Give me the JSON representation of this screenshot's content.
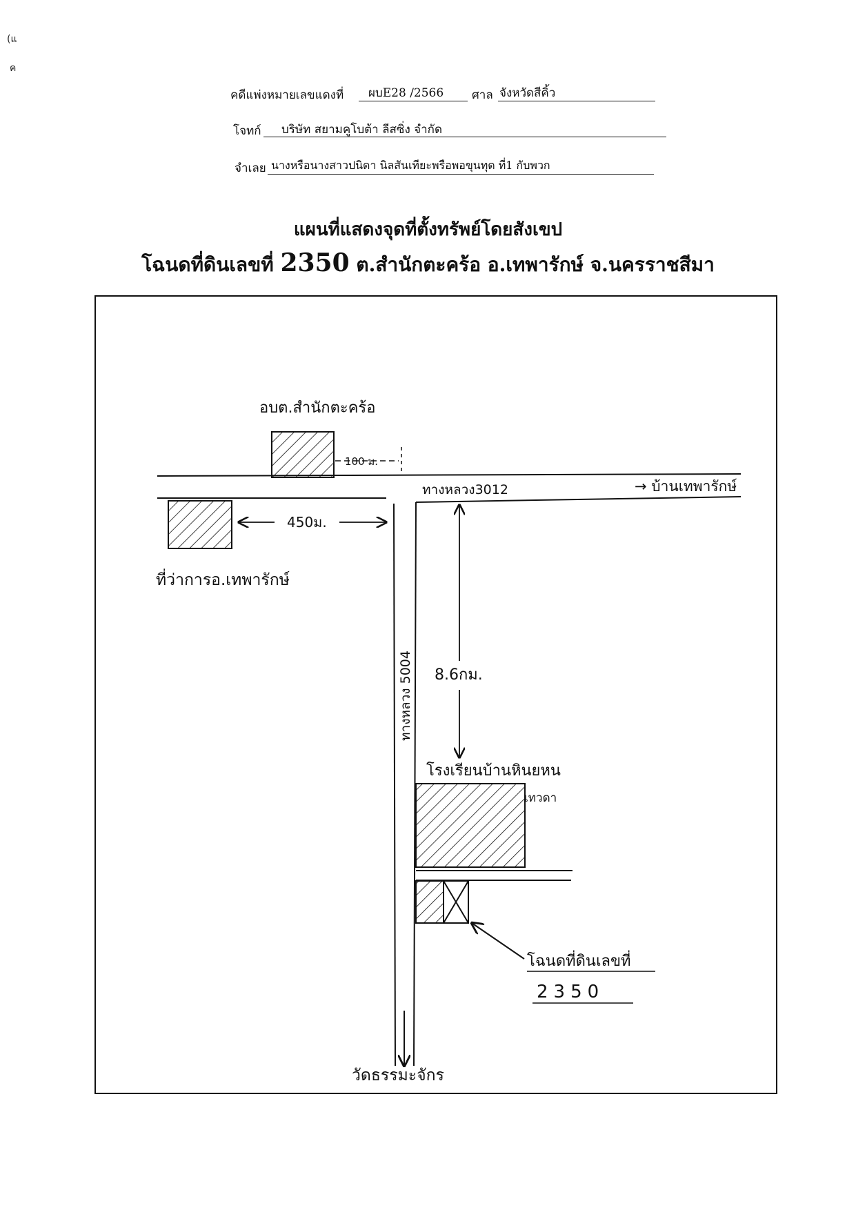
{
  "corner_marks": [
    "(แ",
    "ค"
  ],
  "header": {
    "case_label": "คดีแพ่งหมายเลขแดงที่",
    "case_number": "ผบE28 /2566",
    "court_label": "ศาล",
    "court_value": "จังหวัดสีคิ้ว",
    "plaintiff_label": "โจทก์",
    "plaintiff_value": "บริษัท สยามคูโบต้า ลีสซิ่ง จำกัด",
    "defendant_label": "จำเลย",
    "defendant_value": "นางหรือนางสาวปนิดา นิลสันเทียะพรือพอขุนทุด ที่1 กับพวก"
  },
  "title": {
    "line1": "แผนที่แสดงจุดที่ตั้งทรัพย์โดยสังเขป",
    "line2_prefix": "โฉนดที่ดินเลขที่",
    "line2_number": "2350",
    "line2_suffix": "ต.สำนักตะคร้อ อ.เทพารักษ์ จ.นครราชสีมา"
  },
  "map": {
    "sao_label": "อบต.สำนักตะคร้อ",
    "dist_100": "100 ม.",
    "highway_3012": "ทางหลวง3012",
    "to_ban_thepharak": "→ บ้านเทพารักษ์",
    "dist_450": "450ม.",
    "district_office": "ที่ว่าการอ.เทพารักษ์",
    "highway_5004": "ทางหลวง 5004",
    "dist_8_6": "8.6กม.",
    "school_line1": "โรงเรียนบ้านหินยหน",
    "school_line2": "เทวดา",
    "deed_label": "โฉนดที่ดินเลขที่",
    "deed_number": "2350",
    "temple": "วัดธรรมะจักร"
  }
}
